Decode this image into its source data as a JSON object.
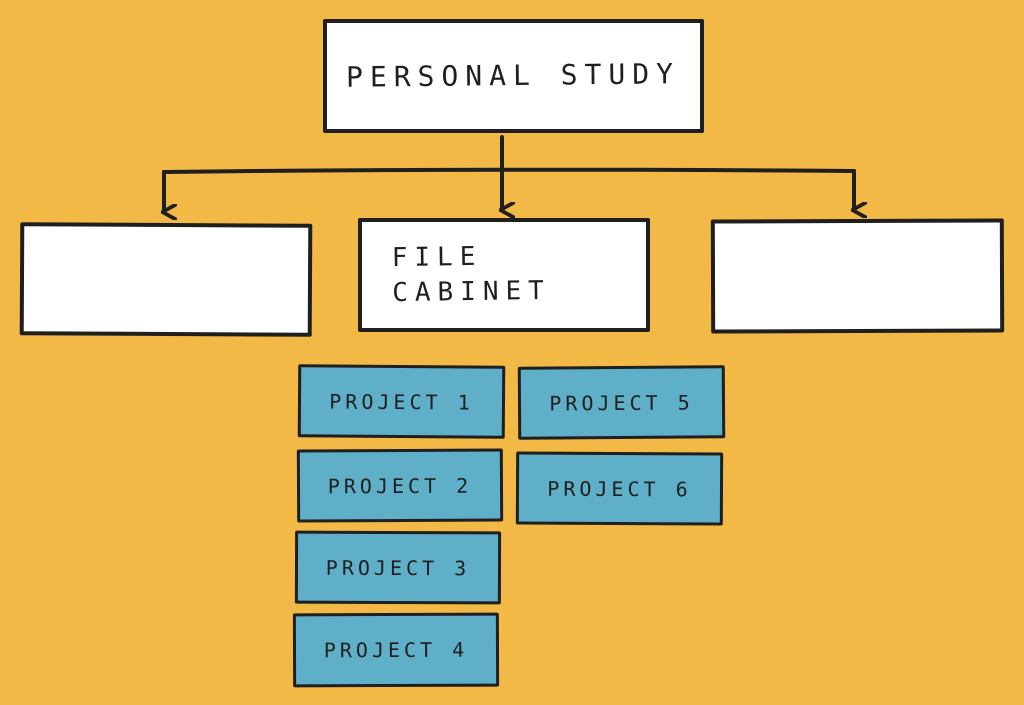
{
  "palette": {
    "background": "#F3B946",
    "box_fill": "#FFFFFF",
    "project_fill": "#5FAFC9",
    "ink": "#1F1F1F"
  },
  "diagram": {
    "root": {
      "label": "PERSONAL STUDY"
    },
    "branches": [
      {
        "label": ""
      },
      {
        "label": "FILE\nCABINET"
      },
      {
        "label": ""
      }
    ],
    "projects": [
      {
        "label": "PROJECT 1"
      },
      {
        "label": "PROJECT 2"
      },
      {
        "label": "PROJECT 3"
      },
      {
        "label": "PROJECT 4"
      },
      {
        "label": "PROJECT 5"
      },
      {
        "label": "PROJECT 6"
      }
    ]
  }
}
